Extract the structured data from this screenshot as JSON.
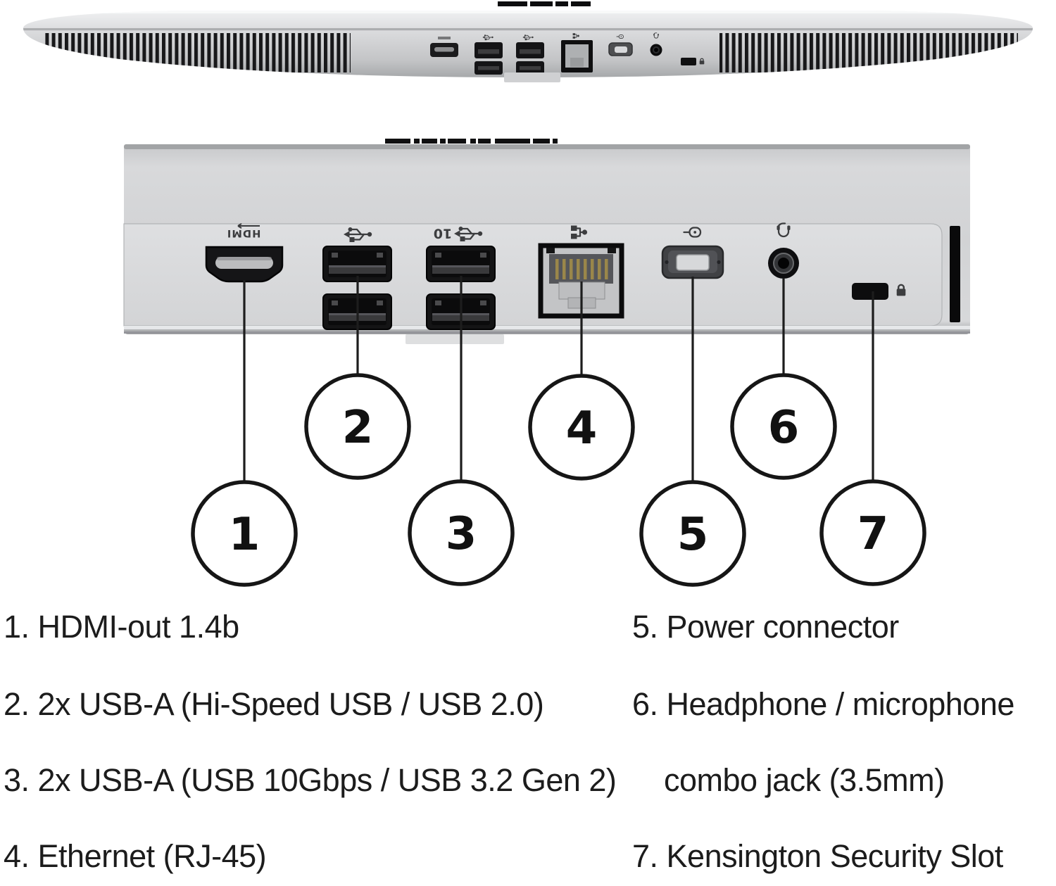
{
  "diagram": {
    "title": "monitor rear ports diagram",
    "callouts": [
      {
        "number": "1",
        "target": "hdmi-port"
      },
      {
        "number": "2",
        "target": "usb2-ports"
      },
      {
        "number": "3",
        "target": "usb10-ports"
      },
      {
        "number": "4",
        "target": "ethernet-port"
      },
      {
        "number": "5",
        "target": "power-connector"
      },
      {
        "number": "6",
        "target": "audio-jack"
      },
      {
        "number": "7",
        "target": "kensington-slot"
      }
    ],
    "port_labels": {
      "hdmi": "HDMI",
      "usb10_speed": "10"
    },
    "icons": {
      "hdmi": "hdmi-logo-icon",
      "usb": "usb-trident-icon",
      "usb10": "usb-10-trident-icon",
      "ethernet": "network-icon",
      "power": "dc-power-icon",
      "audio": "headset-icon",
      "kensington": "lock-icon"
    },
    "colors": {
      "device_silver": "#d6d7d9",
      "panel_recess": "#dcddde",
      "port_black": "#121214",
      "ethernet_pins": "#9a874a",
      "callout_stroke": "#161616",
      "text": "#1c1c1c"
    }
  },
  "legend": {
    "left": [
      {
        "text": "1. HDMI-out 1.4b"
      },
      {
        "text": "2. 2x USB-A (Hi-Speed USB / USB 2.0)"
      },
      {
        "text": "3. 2x USB-A (USB 10Gbps / USB 3.2 Gen 2)"
      },
      {
        "text": "4. Ethernet (RJ-45)"
      }
    ],
    "right": [
      {
        "text": "5. Power connector"
      },
      {
        "text": "6. Headphone / microphone",
        "text2": "combo jack (3.5mm)"
      },
      {
        "text": "7. Kensington Security Slot"
      }
    ]
  }
}
